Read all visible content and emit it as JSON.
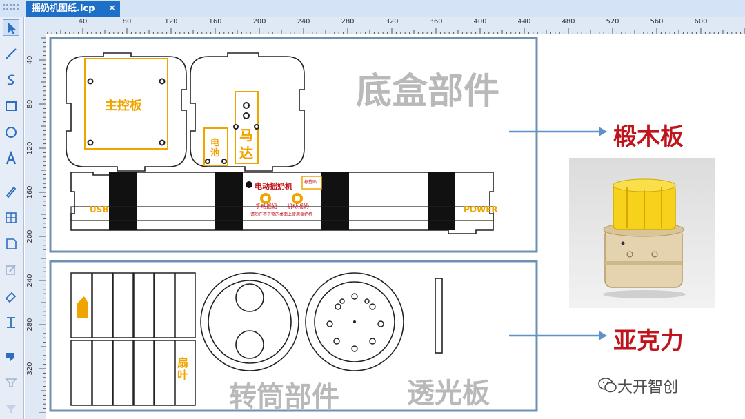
{
  "tab": {
    "title": "摇奶机图纸.lcp",
    "close": "✕"
  },
  "ruler": {
    "unit": "mm",
    "h_ticks": [
      "40",
      "80",
      "120",
      "160",
      "200",
      "240",
      "280",
      "320",
      "360",
      "400",
      "440",
      "480",
      "520",
      "560",
      "600"
    ],
    "v_ticks": [
      "40",
      "80",
      "120",
      "160",
      "200",
      "240",
      "280",
      "320"
    ]
  },
  "tools": [
    "select-arrow-icon",
    "line-icon",
    "curve-icon",
    "rectangle-icon",
    "ellipse-icon",
    "text-icon",
    "pen-icon",
    "grid-icon",
    "page-icon",
    "edit-icon",
    "eraser-icon",
    "measure-icon",
    "fill-icon",
    "layer-icon",
    "more-icon"
  ],
  "labels": {
    "base_parts": "底盒部件",
    "drum_parts": "转筒部件",
    "transparent": "透光板",
    "basswood": "椴木板",
    "acrylic": "亚克力",
    "main_board": "主控板",
    "battery": "电池",
    "motor_top": "马",
    "motor_bottom": "达",
    "usb": "USB",
    "power": "POWER",
    "brand": "电动摇奶机",
    "btn_left": "手动摇奶",
    "btn_right": "机动摇奶",
    "warning": "请勿在不平整的桌面上使用摇奶机",
    "label_mark": "标签贴",
    "fan_mark": "扇叶"
  },
  "watermark": {
    "text": "大开智创",
    "icon": "wechat-icon"
  },
  "colors": {
    "panel_border": "#6f90b2",
    "material_text": "#c0141c",
    "caption_text": "#b9b9b9",
    "tab": "#1e6fc8",
    "engrave": "#f0a400",
    "arrow": "#5d93c9"
  }
}
